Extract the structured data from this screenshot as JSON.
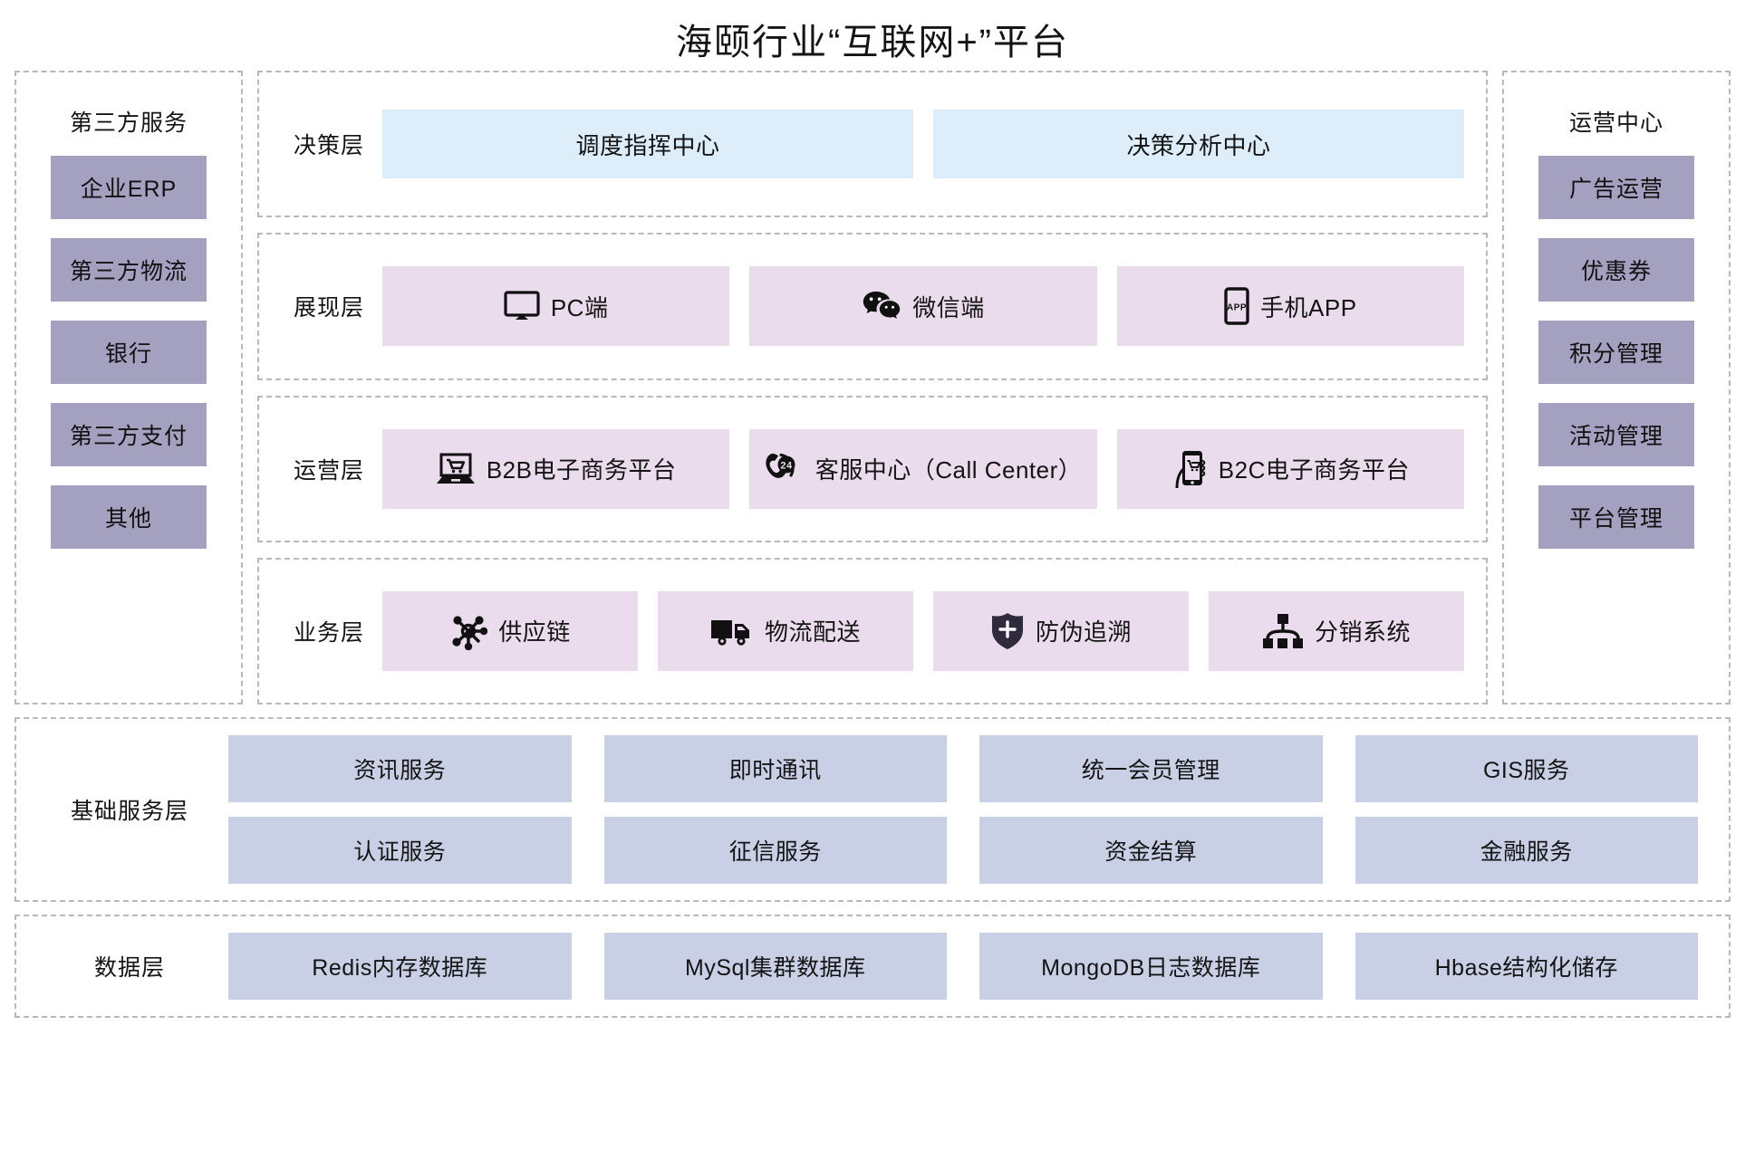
{
  "title": "海颐行业“互联网+”平台",
  "colors": {
    "purple_block": "#a3a0c0",
    "pink_block": "#eadcec",
    "blue_block": "#ddeefa",
    "periwinkle_block": "#c9cfe5",
    "dashed_border": "#b9b9b9",
    "text": "#141414",
    "background": "#ffffff"
  },
  "left_panel": {
    "title": "第三方服务",
    "items": [
      {
        "label": "企业ERP"
      },
      {
        "label": "第三方物流"
      },
      {
        "label": "银行"
      },
      {
        "label": "第三方支付"
      },
      {
        "label": "其他"
      }
    ]
  },
  "right_panel": {
    "title": "运营中心",
    "items": [
      {
        "label": "广告运营"
      },
      {
        "label": "优惠券"
      },
      {
        "label": "积分管理"
      },
      {
        "label": "活动管理"
      },
      {
        "label": "平台管理"
      }
    ]
  },
  "layers": [
    {
      "label": "决策层",
      "style": "blue",
      "cells": [
        {
          "label": "调度指挥中心",
          "icon": ""
        },
        {
          "label": "决策分析中心",
          "icon": ""
        }
      ]
    },
    {
      "label": "展现层",
      "style": "pink",
      "cells": [
        {
          "label": "PC端",
          "icon": "monitor-icon"
        },
        {
          "label": "微信端",
          "icon": "wechat-icon"
        },
        {
          "label": "手机APP",
          "icon": "mobile-app-icon"
        }
      ]
    },
    {
      "label": "运营层",
      "style": "pink",
      "cells": [
        {
          "label": "B2B电子商务平台",
          "icon": "laptop-cart-icon"
        },
        {
          "label": "客服中心（Call Center）",
          "icon": "phone-24h-icon"
        },
        {
          "label": "B2C电子商务平台",
          "icon": "phone-cart-icon"
        }
      ]
    },
    {
      "label": "业务层",
      "style": "pink",
      "cells": [
        {
          "label": "供应链",
          "icon": "network-nodes-icon"
        },
        {
          "label": "物流配送",
          "icon": "truck-icon"
        },
        {
          "label": "防伪追溯",
          "icon": "shield-plus-icon"
        },
        {
          "label": "分销系统",
          "icon": "hierarchy-icon"
        }
      ]
    }
  ],
  "base_service_band": {
    "label": "基础服务层",
    "rows": [
      [
        {
          "label": "资讯服务"
        },
        {
          "label": "即时通讯"
        },
        {
          "label": "统一会员管理"
        },
        {
          "label": "GIS服务"
        }
      ],
      [
        {
          "label": "认证服务"
        },
        {
          "label": "征信服务"
        },
        {
          "label": "资金结算"
        },
        {
          "label": "金融服务"
        }
      ]
    ]
  },
  "data_band": {
    "label": "数据层",
    "rows": [
      [
        {
          "label": "Redis内存数据库"
        },
        {
          "label": "MySql集群数据库"
        },
        {
          "label": "MongoDB日志数据库"
        },
        {
          "label": "Hbase结构化储存"
        }
      ]
    ]
  }
}
